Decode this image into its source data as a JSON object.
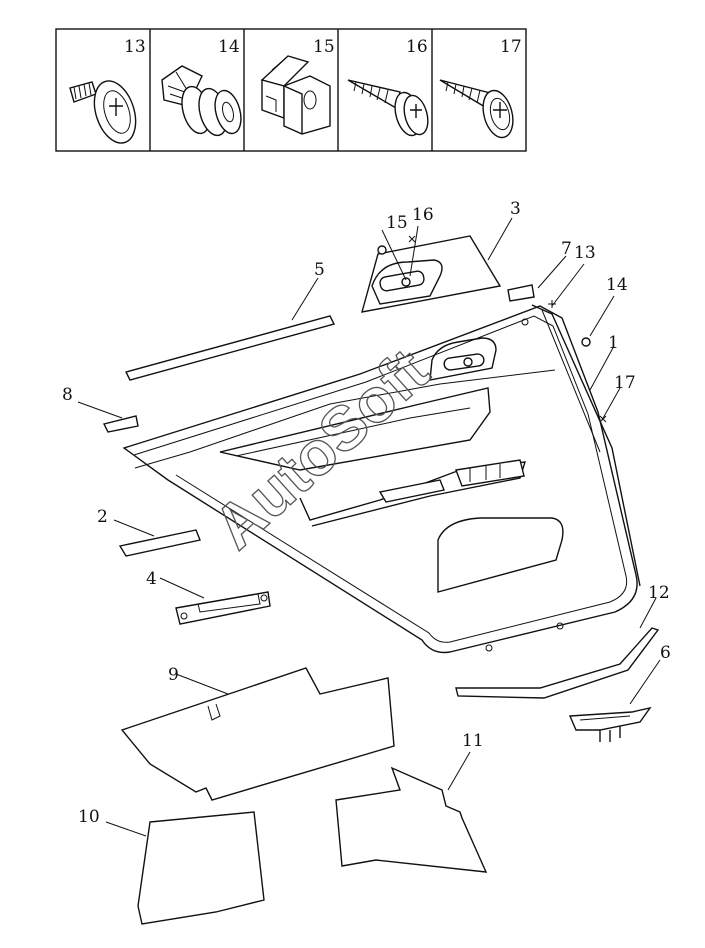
{
  "fastener_legend": {
    "cells": [
      {
        "num": "13",
        "icon": "clip-screw-icon"
      },
      {
        "num": "14",
        "icon": "push-rivet-icon"
      },
      {
        "num": "15",
        "icon": "square-clip-icon"
      },
      {
        "num": "16",
        "icon": "self-tapping-screw-icon"
      },
      {
        "num": "17",
        "icon": "self-tapping-screw-icon"
      }
    ]
  },
  "watermark": "AutoSoft",
  "callouts": {
    "c1": "1",
    "c2": "2",
    "c3": "3",
    "c4": "4",
    "c5": "5",
    "c6": "6",
    "c7": "7",
    "c8": "8",
    "c9": "9",
    "c10": "10",
    "c11": "11",
    "c12": "12",
    "c13": "13",
    "c14": "14",
    "c15": "15",
    "c16": "16",
    "c17": "17"
  }
}
